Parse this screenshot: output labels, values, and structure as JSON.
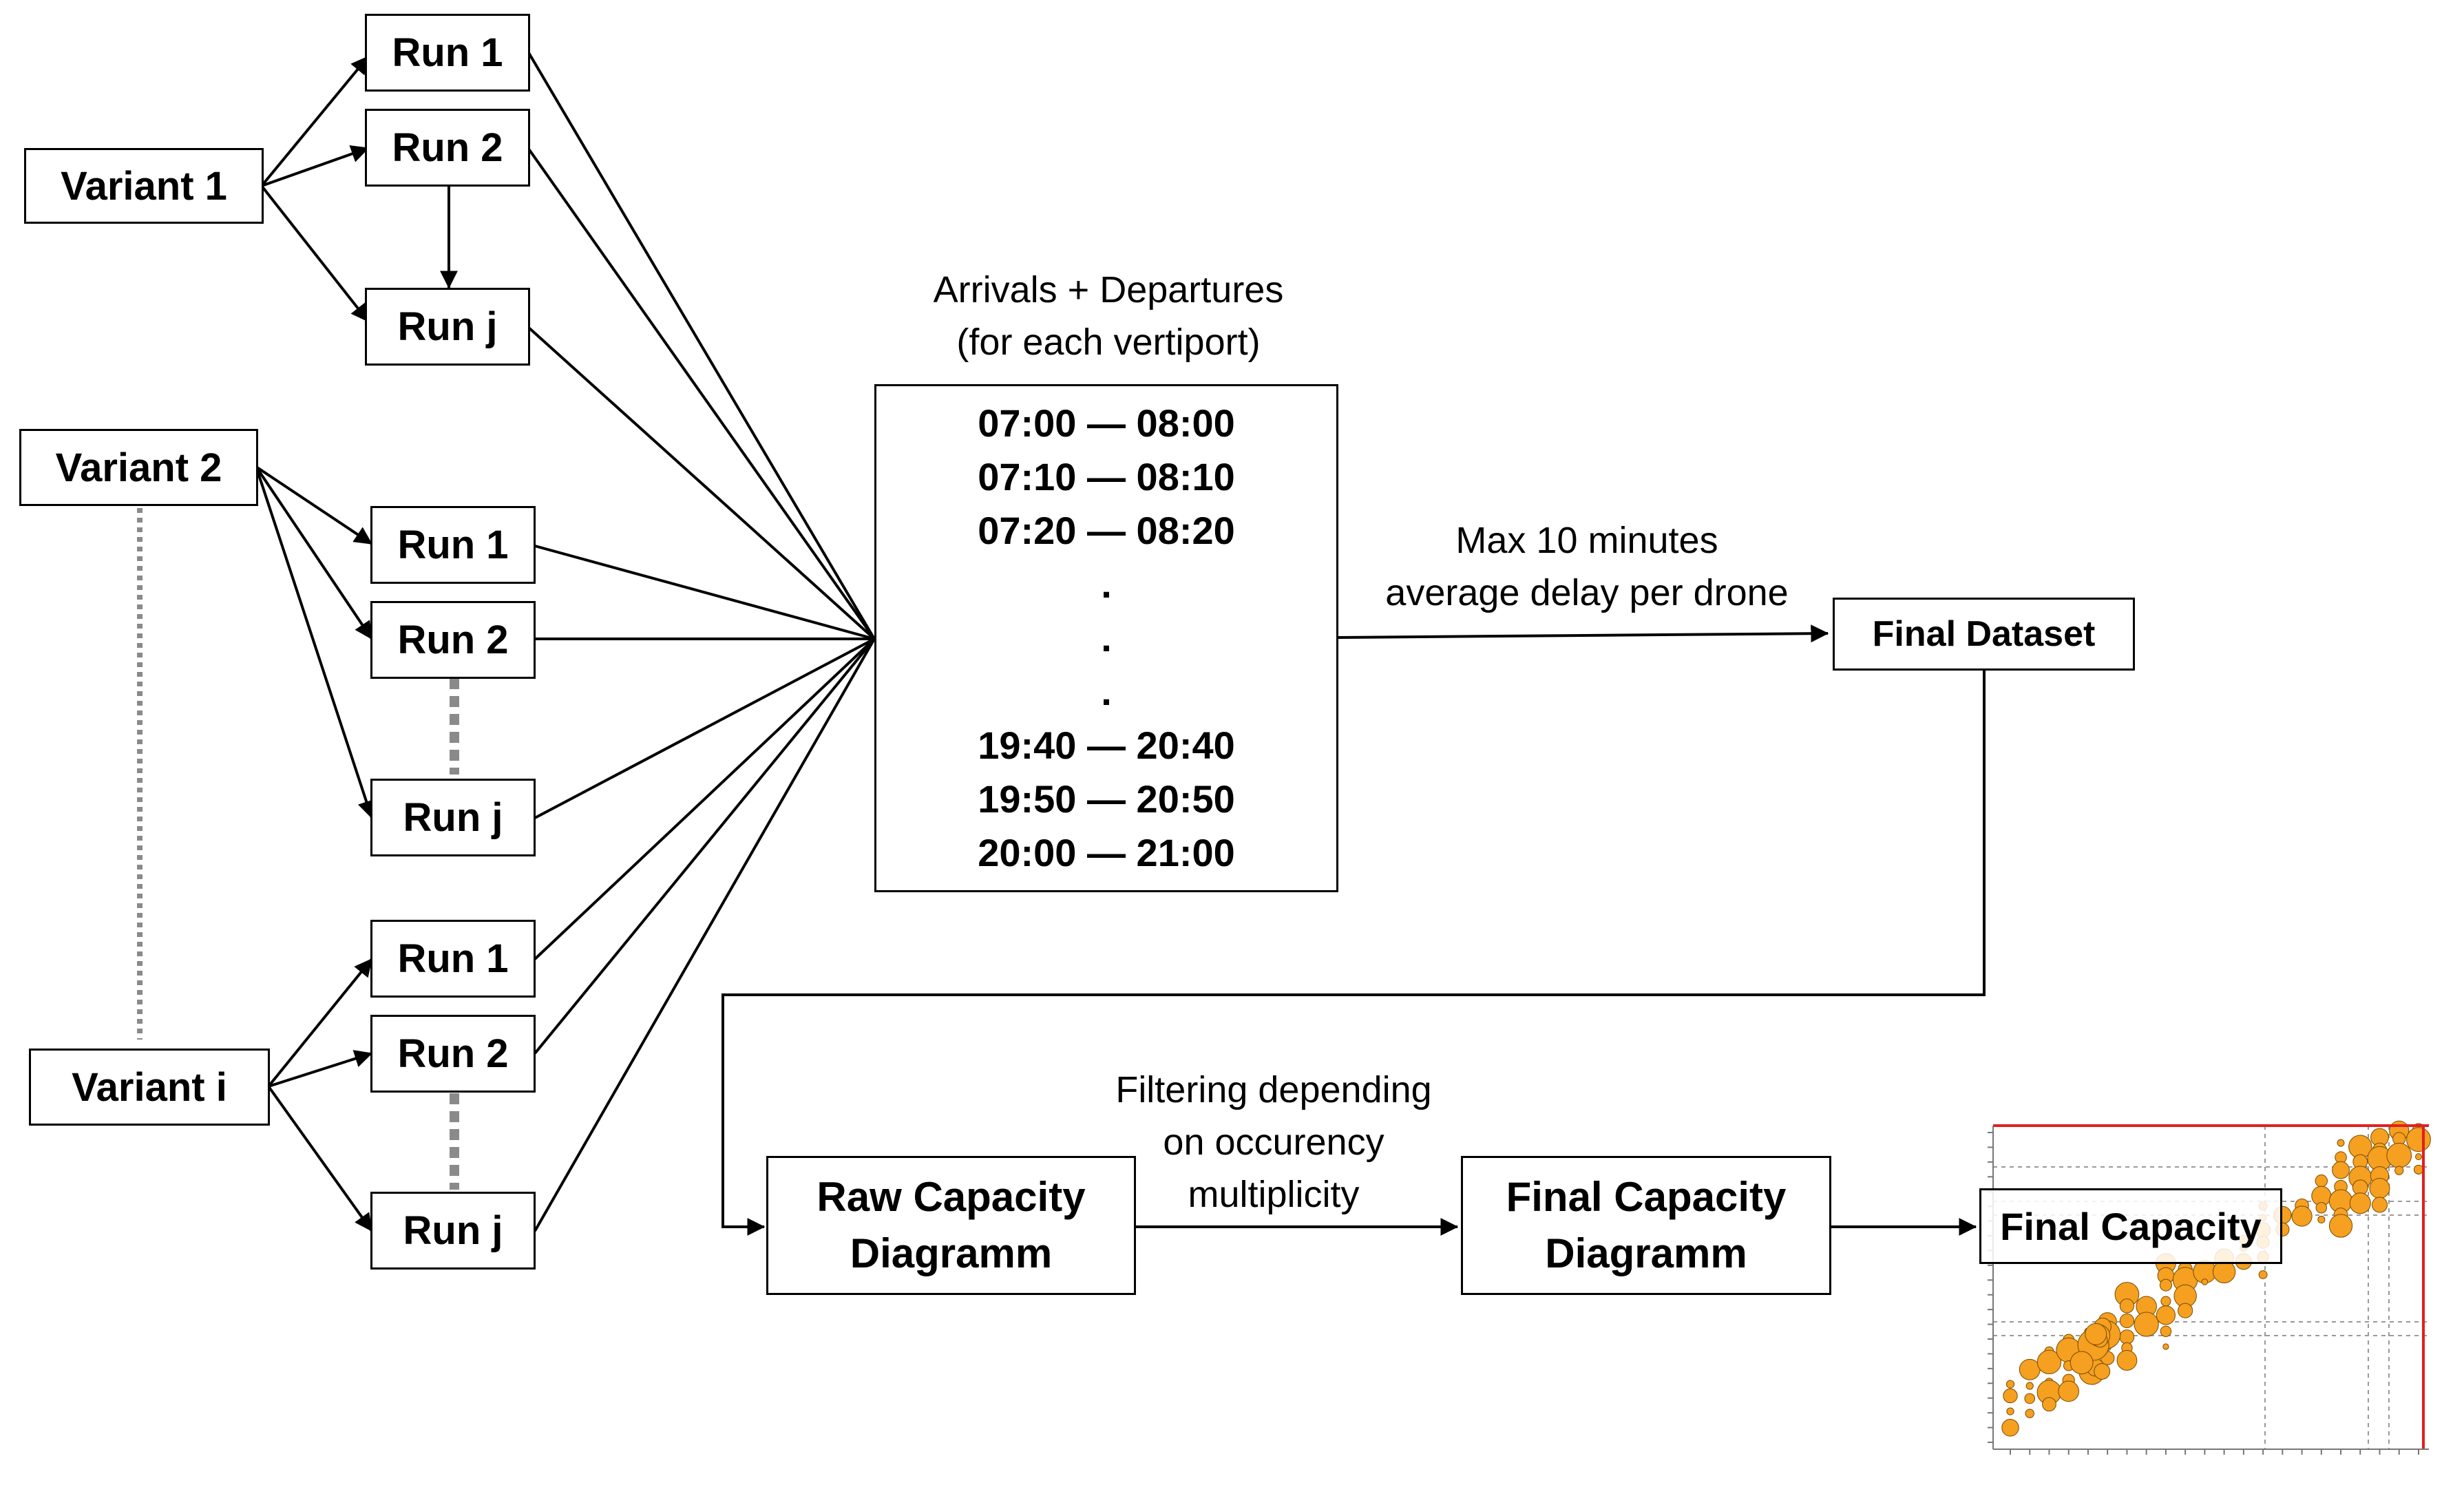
{
  "variants": {
    "v1": "Variant 1",
    "v2": "Variant 2",
    "vi": "Variant i"
  },
  "runs": {
    "run1": "Run 1",
    "run2": "Run 2",
    "runj": "Run j"
  },
  "window_box": {
    "caption_line1": "Arrivals + Departures",
    "caption_line2": "(for each vertiport)",
    "times": [
      "07:00 — 08:00",
      "07:10 — 08:10",
      "07:20 — 08:20",
      ".",
      ".",
      ".",
      "19:40 — 20:40",
      "19:50 — 20:50",
      "20:00 — 21:00"
    ]
  },
  "delay_label": {
    "line1": "Max 10 minutes",
    "line2": "average delay per drone"
  },
  "final_dataset": "Final Dataset",
  "raw_capacity": {
    "line1": "Raw Capacity",
    "line2": "Diagramm"
  },
  "filter_label": {
    "line1": "Filtering depending",
    "line2": "on occurency",
    "line3": "multiplicity"
  },
  "final_capacity_diagram": {
    "line1": "Final Capacity",
    "line2": "Diagramm"
  },
  "thumbnail": {
    "label": "Final Capacity",
    "marker_color": "#f5a020",
    "limit_color": "#e02020"
  }
}
